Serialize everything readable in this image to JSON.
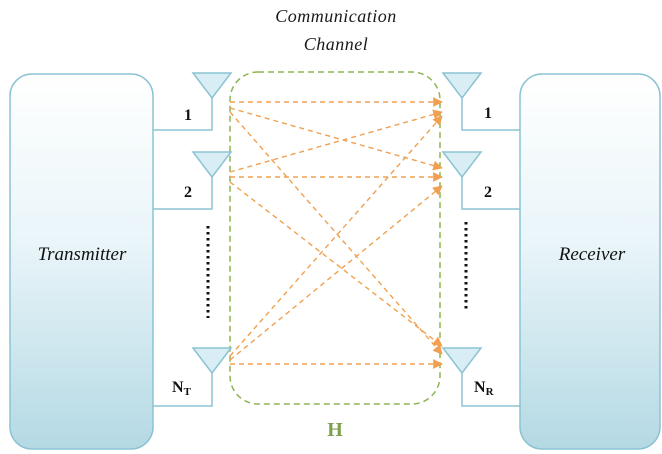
{
  "title": {
    "line1": "Communication",
    "line2": "Channel"
  },
  "transmitter": {
    "label": "Transmitter"
  },
  "receiver": {
    "label": "Receiver"
  },
  "channel_matrix": {
    "label": "H"
  },
  "tx_antennas": [
    {
      "label": "1",
      "sub": ""
    },
    {
      "label": "2",
      "sub": ""
    },
    {
      "label": "N",
      "sub": "T"
    }
  ],
  "rx_antennas": [
    {
      "label": "1",
      "sub": ""
    },
    {
      "label": "2",
      "sub": ""
    },
    {
      "label": "N",
      "sub": "R"
    }
  ],
  "colors": {
    "box_fill_top": "#ffffff",
    "box_fill_bottom": "#b7dbe6",
    "box_stroke": "#8cc3d3",
    "antenna_fill": "#d9eef4",
    "antenna_stroke": "#8cc3d3",
    "channel_border": "#8db552",
    "path_color": "#f0a050",
    "h_label": "#7ea04d"
  }
}
